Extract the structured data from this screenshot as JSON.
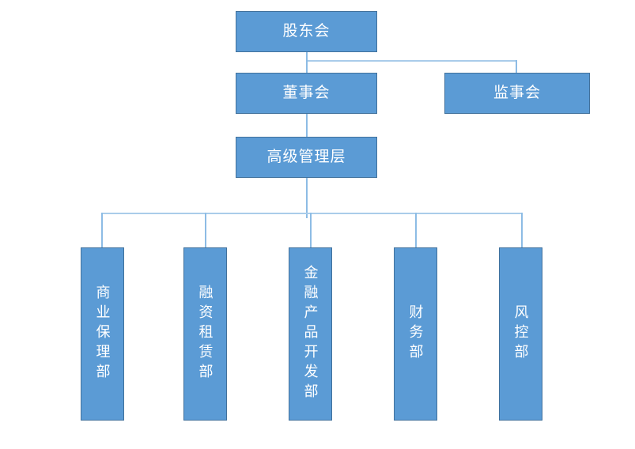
{
  "chart_data": {
    "type": "diagram",
    "title": "",
    "diagram_kind": "organizational-chart",
    "orientation": "top-down",
    "theme": {
      "node_fill": "#5B9BD5",
      "node_border": "#41719C",
      "node_text": "#FFFFFF",
      "connector": "#A9CCEA",
      "background": "#FFFFFF"
    },
    "nodes": [
      {
        "id": "shareholders",
        "label": "股东会",
        "level": 0,
        "text_direction": "horizontal"
      },
      {
        "id": "board_directors",
        "label": "董事会",
        "level": 1,
        "text_direction": "horizontal"
      },
      {
        "id": "board_supervisors",
        "label": "监事会",
        "level": 1,
        "text_direction": "horizontal"
      },
      {
        "id": "senior_management",
        "label": "高级管理层",
        "level": 2,
        "text_direction": "horizontal"
      },
      {
        "id": "dept_factoring",
        "label": "商业保理部",
        "level": 3,
        "text_direction": "vertical"
      },
      {
        "id": "dept_leasing",
        "label": "融资租赁部",
        "level": 3,
        "text_direction": "vertical"
      },
      {
        "id": "dept_product",
        "label": "金融产品开发部",
        "level": 3,
        "text_direction": "vertical"
      },
      {
        "id": "dept_finance",
        "label": "财务部",
        "level": 3,
        "text_direction": "vertical"
      },
      {
        "id": "dept_risk",
        "label": "风控部",
        "level": 3,
        "text_direction": "vertical"
      }
    ],
    "edges": [
      {
        "from": "shareholders",
        "to": "board_directors"
      },
      {
        "from": "shareholders",
        "to": "board_supervisors"
      },
      {
        "from": "board_directors",
        "to": "senior_management"
      },
      {
        "from": "senior_management",
        "to": "dept_factoring"
      },
      {
        "from": "senior_management",
        "to": "dept_leasing"
      },
      {
        "from": "senior_management",
        "to": "dept_product"
      },
      {
        "from": "senior_management",
        "to": "dept_finance"
      },
      {
        "from": "senior_management",
        "to": "dept_risk"
      }
    ]
  },
  "chart": {
    "nodes": {
      "shareholders": "股东会",
      "board_directors": "董事会",
      "board_supervisors": "监事会",
      "senior_management": "高级管理层",
      "dept_factoring": "商业保理部",
      "dept_leasing": "融资租赁部",
      "dept_product": "金融产品开发部",
      "dept_finance": "财务部",
      "dept_risk": "风控部"
    }
  }
}
